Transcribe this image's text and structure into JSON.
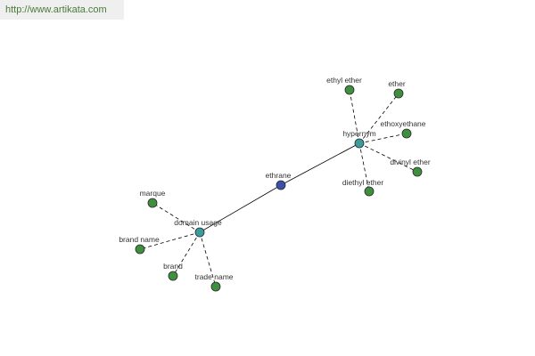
{
  "banner": {
    "url": "http://www.artikata.com"
  },
  "colors": {
    "center": "#3d4fa8",
    "hub": "#3a9c9c",
    "leaf": "#3f8f3f"
  },
  "center": {
    "label": "ethrane"
  },
  "hubs": [
    {
      "label": "hypernym",
      "leaves": [
        "ethyl ether",
        "ether",
        "ethoxyethane",
        "divinyl ether",
        "diethyl ether"
      ]
    },
    {
      "label": "domain usage",
      "leaves": [
        "marque",
        "brand name",
        "brand",
        "trade name"
      ]
    }
  ]
}
